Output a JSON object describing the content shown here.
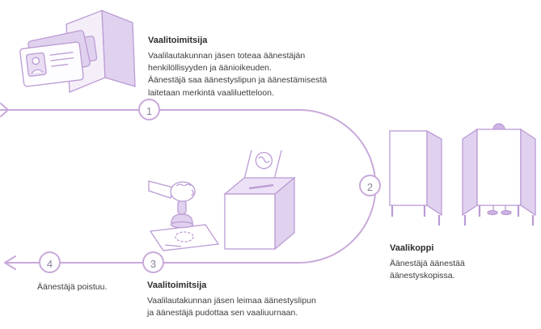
{
  "colors": {
    "flow_line": "#c9a9da",
    "illustration_stroke": "#bb9bd4",
    "fill_light": "#ece1f6",
    "fill_mid": "#e0d2ef",
    "person_fill": "#cdb4e3",
    "text": "#3c3c3c",
    "step_number": "#8a8299"
  },
  "steps": {
    "s1": "1",
    "s2": "2",
    "s3": "3",
    "s4": "4"
  },
  "sections": {
    "official_top": {
      "title": "Vaalitoimitsija",
      "body": "Vaalilautakunnan jäsen toteaa äänestäjän\nhenkilöllisyyden ja äänioikeuden.\nÄänestäjä saa äänestyslipun ja äänestämisestä\nlaitetaan merkintä vaaliluetteloon."
    },
    "booth": {
      "title": "Vaalikoppi",
      "body": "Äänestäjä äänestää\näänestyskopissa."
    },
    "official_bottom": {
      "title": "Vaalitoimitsija",
      "body": "Vaalilautakunnan jäsen leimaa äänestyslipun\nja äänestäjä pudottaa sen vaaliuurnaan."
    },
    "exit": {
      "label": "Äänestäjä poistuu."
    }
  }
}
